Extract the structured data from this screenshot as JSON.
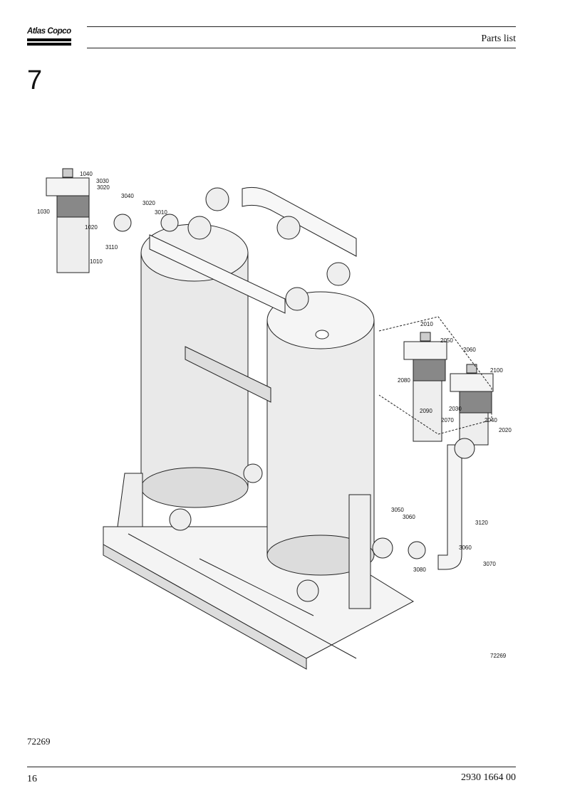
{
  "header": {
    "brand": "Atlas Copco",
    "title": "Parts list"
  },
  "section": {
    "number": "7"
  },
  "drawing": {
    "reference": "72269",
    "callouts": [
      "1040",
      "3030",
      "3020",
      "3040",
      "1030",
      "1020",
      "3020",
      "3010",
      "3110",
      "1010",
      "2010",
      "2050",
      "2060",
      "2100",
      "2080",
      "2090",
      "2030",
      "2070",
      "2040",
      "2020",
      "3050",
      "3060",
      "3120",
      "3060",
      "3070",
      "3080"
    ]
  },
  "figure_caption": "72269",
  "footer": {
    "page_number": "16",
    "document_number": "2930 1664 00"
  }
}
